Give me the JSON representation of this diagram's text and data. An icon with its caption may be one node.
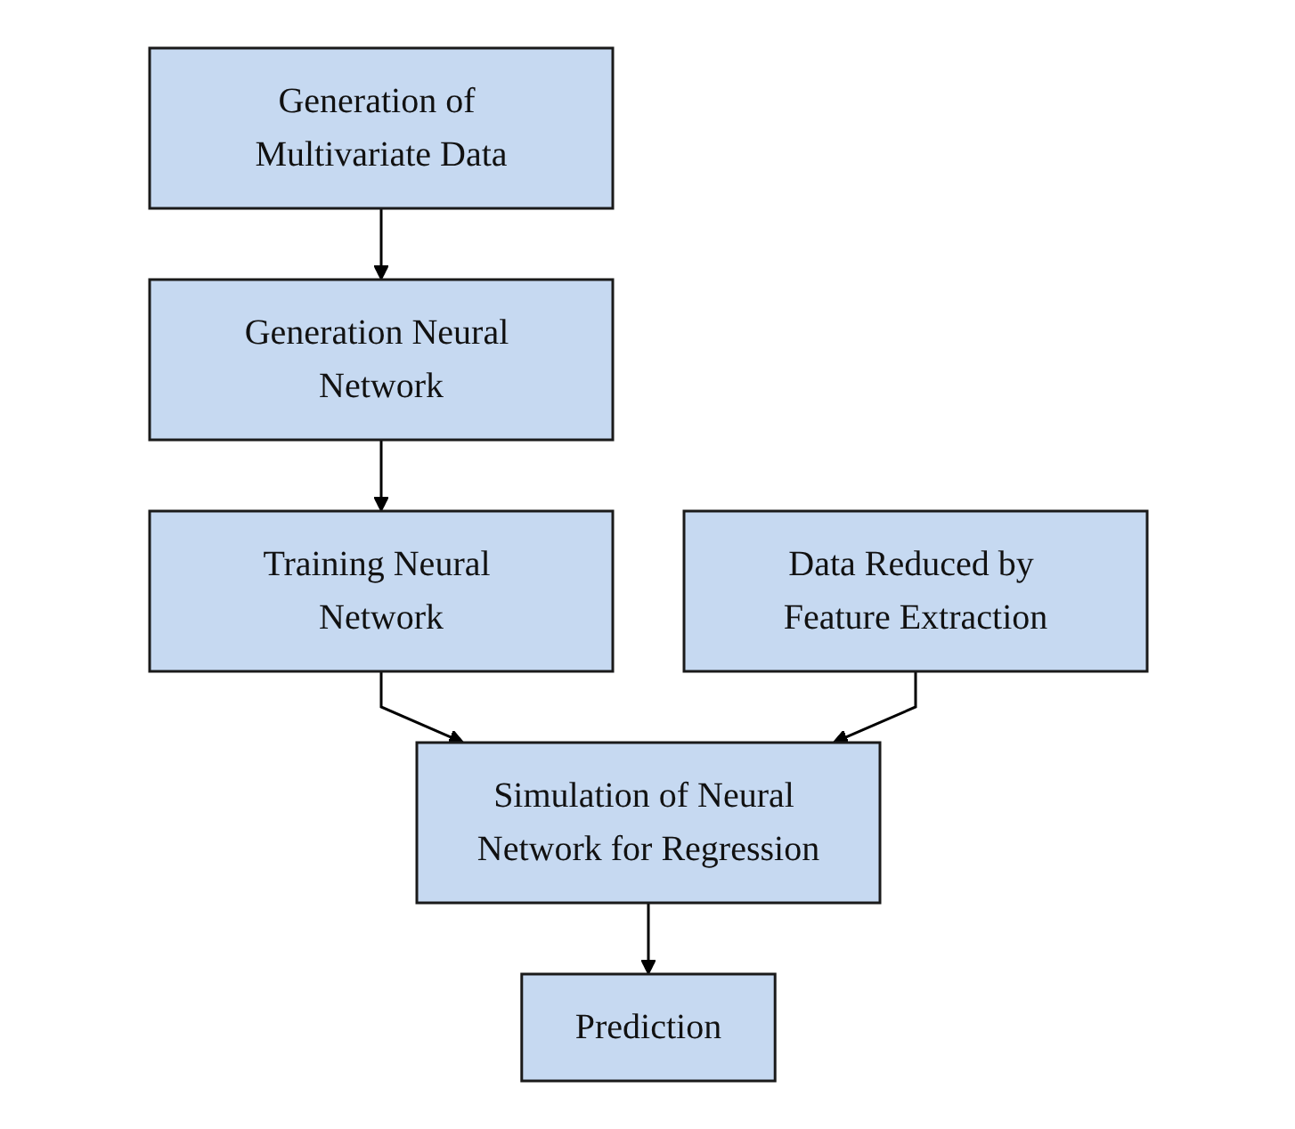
{
  "diagram": {
    "nodes": [
      {
        "text": [
          "Generation of Multivariate Data"
        ]
      },
      {
        "text": [
          "Generation Neural Network"
        ]
      },
      {
        "text": [
          "Training Neural Network"
        ]
      },
      {
        "text": [
          "Data Reduced by Feature Extraction"
        ]
      },
      {
        "text": [
          "Simulation of Neural Network for Regression"
        ]
      },
      {
        "text": [
          "Prediction"
        ]
      }
    ],
    "edges": [
      {
        "from": 0,
        "to": 1,
        "arrow": "to"
      },
      {
        "from": 1,
        "to": 2,
        "arrow": "to"
      },
      {
        "from": 2,
        "to": 4,
        "arrow": "to"
      },
      {
        "from": 3,
        "to": 4,
        "arrow": "to"
      },
      {
        "from": 4,
        "to": 5,
        "arrow": "to"
      }
    ]
  }
}
